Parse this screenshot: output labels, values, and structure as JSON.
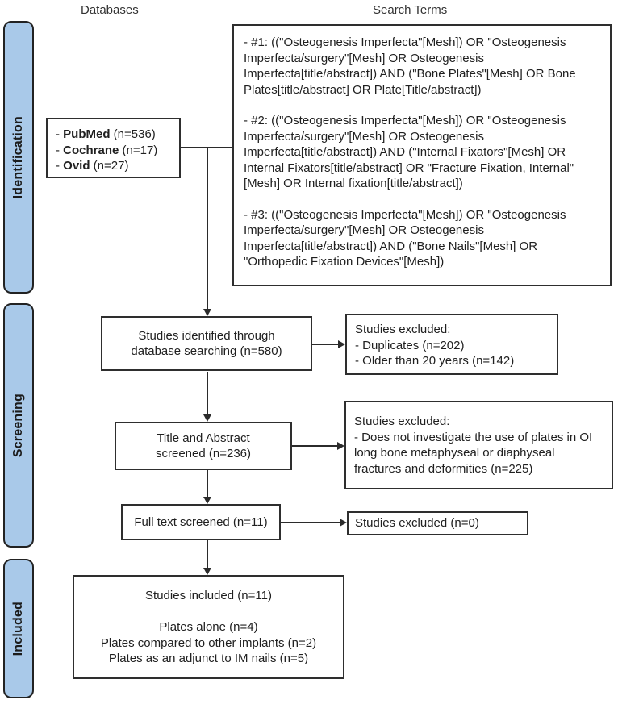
{
  "colors": {
    "stage_fill": "#A9C9E9",
    "stage_border": "#222222",
    "box_border": "#2e2e2e",
    "text": "#202020"
  },
  "headers": {
    "databases": "Databases",
    "search_terms": "Search Terms"
  },
  "sidebar": {
    "stages": [
      {
        "label": "Identification"
      },
      {
        "label": "Screening"
      },
      {
        "label": "Included"
      }
    ]
  },
  "databases_box": {
    "items": [
      {
        "dash": "- ",
        "name": "PubMed",
        "count": " (n=536)"
      },
      {
        "dash": "- ",
        "name": "Cochrane",
        "count": " (n=17)"
      },
      {
        "dash": "- ",
        "name": "Ovid",
        "count": " (n=27)"
      }
    ]
  },
  "search_terms_box": {
    "queries": [
      "- #1: ((\"Osteogenesis Imperfecta\"[Mesh]) OR \"Osteogenesis Imperfecta/surgery\"[Mesh] OR Osteogenesis Imperfecta[title/abstract]) AND (\"Bone Plates\"[Mesh] OR Bone Plates[title/abstract] OR Plate[Title/abstract])",
      "- #2: ((\"Osteogenesis Imperfecta\"[Mesh]) OR \"Osteogenesis Imperfecta/surgery\"[Mesh] OR Osteogenesis Imperfecta[title/abstract]) AND (\"Internal Fixators\"[Mesh] OR Internal Fixators[title/abstract] OR \"Fracture Fixation, Internal\"[Mesh] OR Internal fixation[title/abstract])",
      "- #3: ((\"Osteogenesis Imperfecta\"[Mesh]) OR \"Osteogenesis Imperfecta/surgery\"[Mesh] OR Osteogenesis Imperfecta[title/abstract]) AND (\"Bone Nails\"[Mesh] OR \"Orthopedic Fixation Devices\"[Mesh])"
    ]
  },
  "flow": {
    "identified": {
      "line1": "Studies identified through",
      "line2": "database searching (n=580)"
    },
    "excluded1": {
      "title": "Studies excluded:",
      "items": [
        "- Duplicates (n=202)",
        "- Older than 20 years (n=142)"
      ]
    },
    "title_abstract": {
      "line1": "Title and Abstract",
      "line2": "screened (n=236)"
    },
    "excluded2": {
      "title": "Studies excluded:",
      "body": "- Does not investigate the use of plates in OI long bone metaphyseal or diaphyseal fractures and deformities (n=225)"
    },
    "full_text": {
      "label": "Full text screened (n=11)"
    },
    "excluded3": {
      "label": "Studies excluded (n=0)"
    },
    "included": {
      "title": "Studies included (n=11)",
      "items": [
        "Plates alone (n=4)",
        "Plates compared to other implants (n=2)",
        "Plates as an adjunct to IM nails (n=5)"
      ]
    }
  }
}
